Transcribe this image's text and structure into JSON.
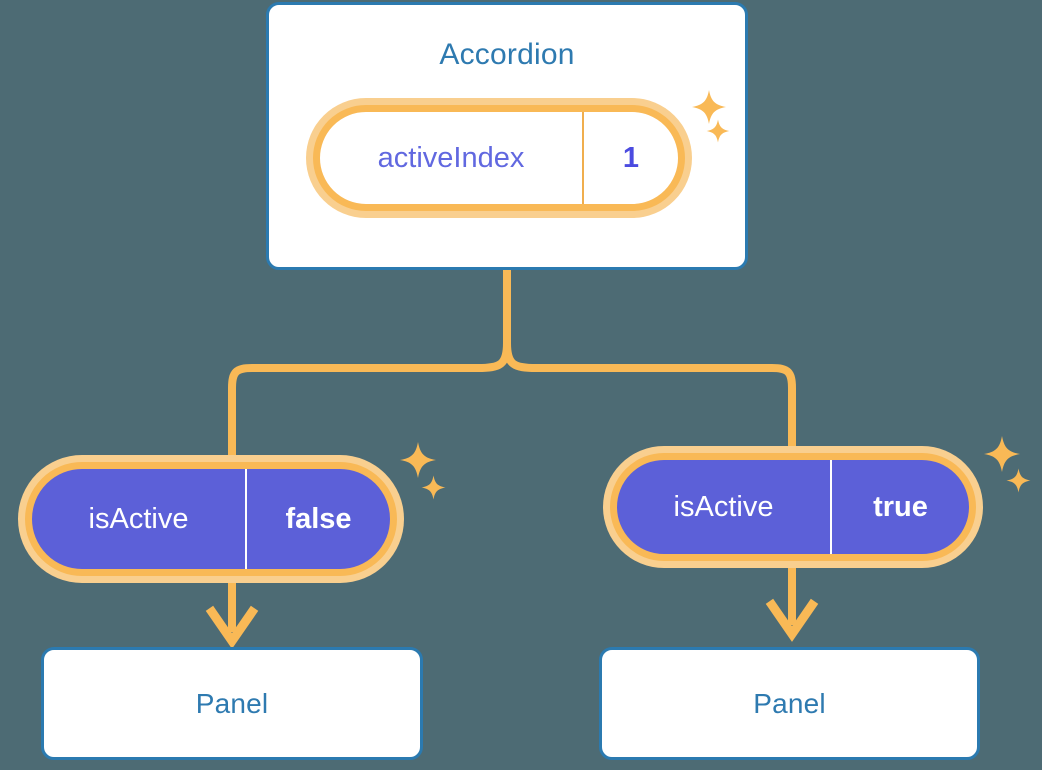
{
  "theme": {
    "background": "#4d6b74",
    "card_border": "#2b7ab0",
    "card_fill": "#ffffff",
    "title_text": "#2e7ab0",
    "pill_ring_outer": "#f9cf8f",
    "pill_ring_inner": "#f9b956",
    "pill_solid_fill": "#5c60d8",
    "pill_value_text_light": "#4b4be0",
    "pill_key_text_light": "#6168e0",
    "pill_text_solid": "#ffffff",
    "connector": "#f9b956",
    "sparkle": "#f9b956"
  },
  "root": {
    "title": "Accordion",
    "state": {
      "key": "activeIndex",
      "value": "1"
    }
  },
  "branches": [
    {
      "id": "left",
      "state": {
        "key": "isActive",
        "value": "false"
      },
      "child": {
        "title": "Panel"
      }
    },
    {
      "id": "right",
      "state": {
        "key": "isActive",
        "value": "true"
      },
      "child": {
        "title": "Panel"
      }
    }
  ],
  "icons": {
    "sparkle_large": "sparkle-4point-large",
    "sparkle_small": "sparkle-4point-small",
    "arrow": "arrow-down"
  }
}
